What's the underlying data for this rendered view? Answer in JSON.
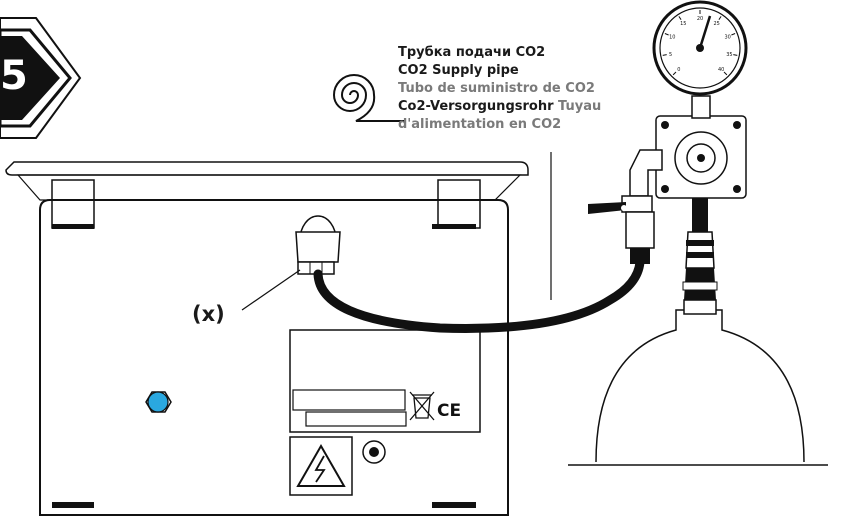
{
  "step": {
    "number": "5"
  },
  "legend": {
    "ru": "Трубка подачи CO2",
    "en": "CO2 Supply pipe",
    "es": "Tubo de suministro de CO2",
    "de": "Co2-Versorgungsrohr",
    "fr_part1": "Tuyau",
    "fr_part2": "d'alimentation en CO2"
  },
  "callout": {
    "label": "(x)"
  },
  "marks": {
    "ce": "CE"
  },
  "gauge": {
    "ticks": [
      "0",
      "5",
      "10",
      "15",
      "20",
      "25",
      "30",
      "35",
      "40"
    ]
  },
  "colors": {
    "ink": "#1a1a1a",
    "grey_text": "#7a7a7a",
    "button_blue": "#2aa8e0"
  },
  "icons": [
    "spiral-icon",
    "weee-bin-icon",
    "ce-mark-icon",
    "high-voltage-icon"
  ]
}
